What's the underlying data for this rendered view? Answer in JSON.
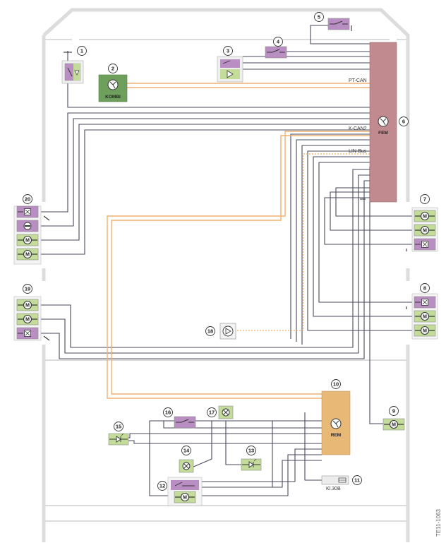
{
  "bus_labels": {
    "pt_can": "PT-CAN",
    "k_can2": "K-CAN2",
    "lin_bus": "LIN-Bus"
  },
  "units": {
    "kombi": "KOMBI",
    "fem": "FEM",
    "rem": "REM"
  },
  "fuse_label": "Kl.30B",
  "doc_id": "TE11-1063",
  "callouts": [
    "1",
    "2",
    "3",
    "4",
    "5",
    "6",
    "7",
    "8",
    "9",
    "10",
    "11",
    "12",
    "13",
    "14",
    "15",
    "16",
    "17",
    "18",
    "19",
    "20"
  ],
  "colors": {
    "wire": "#4a4a5e",
    "bus_can": "#f0b070",
    "bus_lin": "#f0b060",
    "fem": "#c08a8e",
    "rem": "#e8b877",
    "kombi": "#6f9f5c",
    "component_green": "#c4dc9a",
    "component_purple": "#b98ec2",
    "vehicle_outline": "#dcdcdc"
  },
  "icons": [
    "motor-icon",
    "switch-icon",
    "lamp-icon",
    "led-icon",
    "fuse-icon",
    "ground-icon",
    "speaker-icon",
    "control-unit-icon"
  ]
}
